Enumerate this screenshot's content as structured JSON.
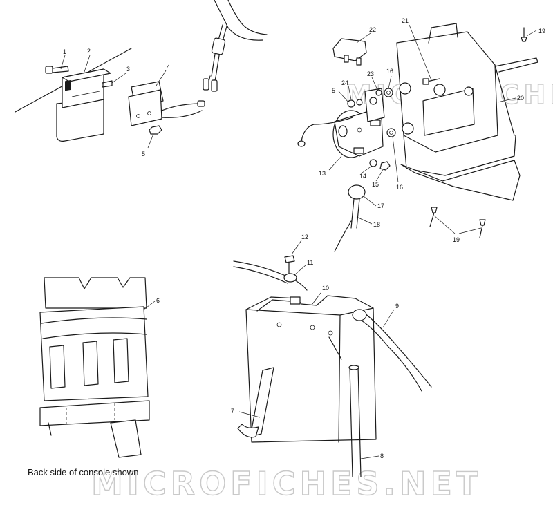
{
  "caption": "Back side of console shown",
  "watermark": "MICROFICHES.NET",
  "callouts": [
    "1",
    "2",
    "3",
    "4",
    "5",
    "5",
    "6",
    "7",
    "8",
    "9",
    "10",
    "11",
    "12",
    "13",
    "14",
    "15",
    "16",
    "16",
    "17",
    "18",
    "19",
    "19",
    "20",
    "21",
    "22",
    "23",
    "24"
  ]
}
